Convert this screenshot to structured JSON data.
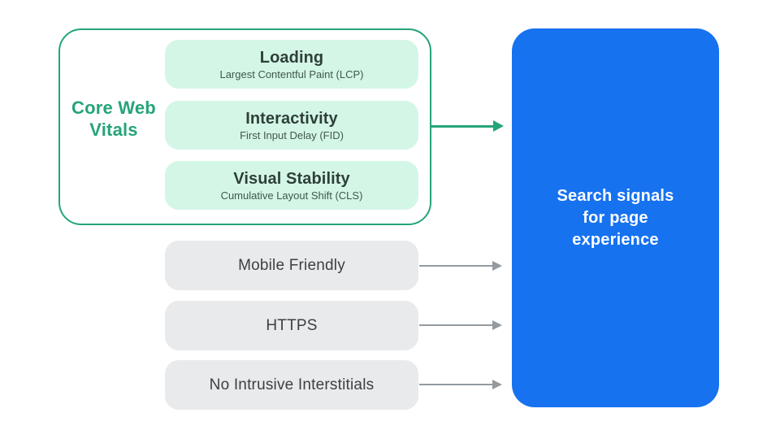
{
  "colors": {
    "green": "#26A478",
    "green_fill": "#D4F6E7",
    "blue": "#1772F0",
    "gray_fill": "#E9EAEB",
    "dark_text": "#3C4043",
    "heading_text": "#2E4038",
    "subtitle_text": "#41584C",
    "arrow_gray": "#939AA0",
    "white": "#FFFFFF"
  },
  "core_web_vitals": {
    "label": "Core Web Vitals",
    "metrics": [
      {
        "title": "Loading",
        "subtitle": "Largest Contentful Paint (LCP)"
      },
      {
        "title": "Interactivity",
        "subtitle": "First Input Delay (FID)"
      },
      {
        "title": "Visual Stability",
        "subtitle": "Cumulative Layout Shift (CLS)"
      }
    ]
  },
  "other_signals": [
    "Mobile Friendly",
    "HTTPS",
    "No Intrusive Interstitials"
  ],
  "result_panel": {
    "lines": [
      "Search signals",
      "for page",
      "experience"
    ]
  }
}
